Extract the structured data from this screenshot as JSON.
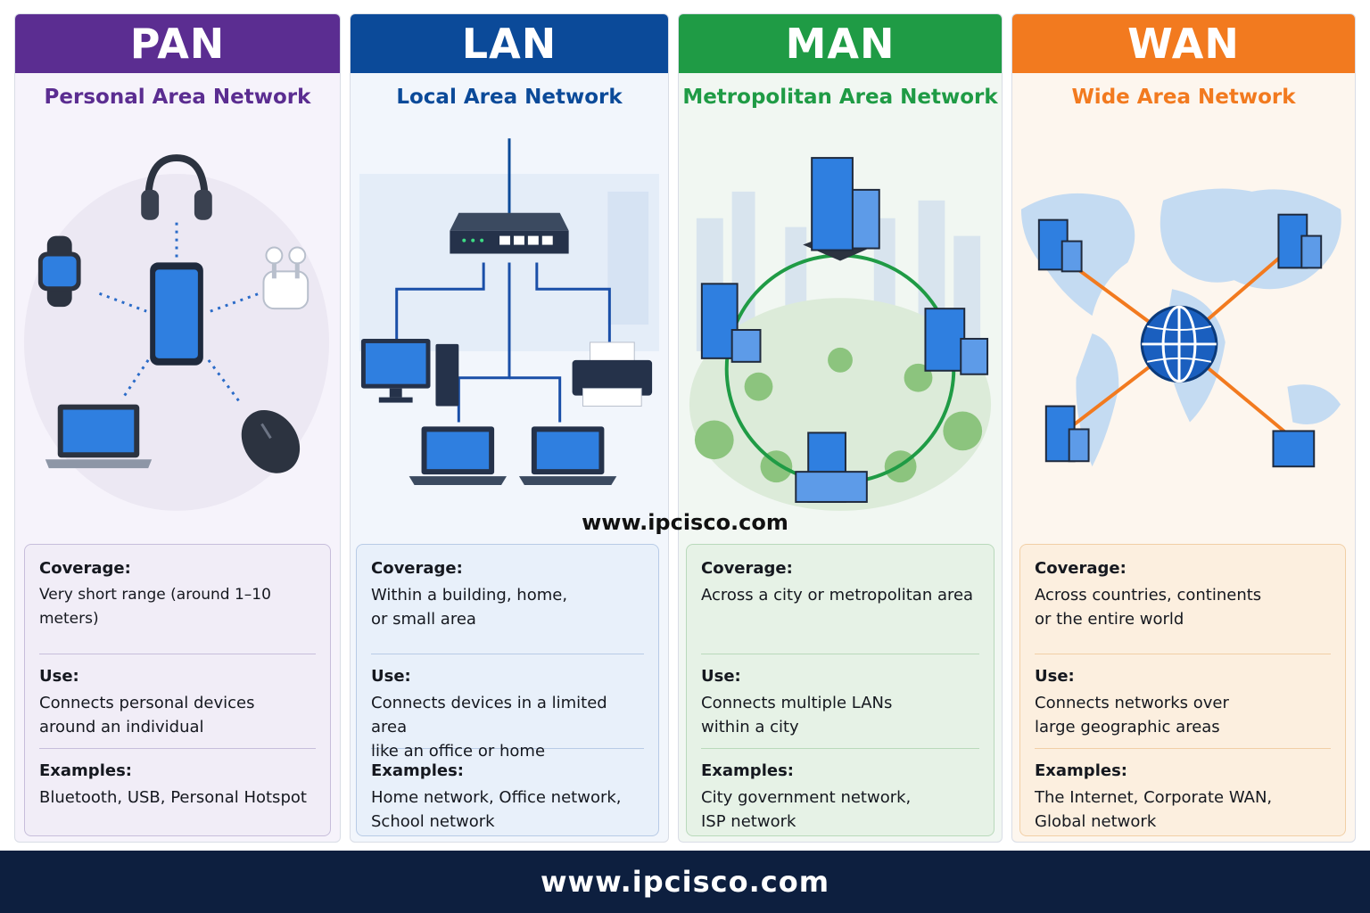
{
  "colors": {
    "pan": "#5b2d91",
    "lan": "#0b4a99",
    "man": "#1f9b45",
    "wan": "#f27a1f",
    "footer": "#0d1f3f"
  },
  "columns": [
    {
      "id": "pan",
      "acronym": "PAN",
      "full_name": "Personal Area Network",
      "coverage_label": "Coverage:",
      "coverage": "Very short range (around 1–10 meters)",
      "use_label": "Use:",
      "use": "Connects personal devices\naround an individual",
      "examples_label": "Examples:",
      "examples": "Bluetooth, USB, Personal Hotspot"
    },
    {
      "id": "lan",
      "acronym": "LAN",
      "full_name": "Local Area Network",
      "coverage_label": "Coverage:",
      "coverage": "Within a building, home,\nor small area",
      "use_label": "Use:",
      "use": "Connects devices in a limited area\nlike an office or home",
      "examples_label": "Examples:",
      "examples": "Home network, Office network,\nSchool network"
    },
    {
      "id": "man",
      "acronym": "MAN",
      "full_name": "Metropolitan Area Network",
      "coverage_label": "Coverage:",
      "coverage": "Across a city or metropolitan area",
      "use_label": "Use:",
      "use": "Connects multiple LANs\nwithin a city",
      "examples_label": "Examples:",
      "examples": "City government network,\nISP network"
    },
    {
      "id": "wan",
      "acronym": "WAN",
      "full_name": "Wide Area Network",
      "coverage_label": "Coverage:",
      "coverage": "Across countries, continents\nor the entire world",
      "use_label": "Use:",
      "use": "Connects networks over\nlarge geographic areas",
      "examples_label": "Examples:",
      "examples": "The Internet, Corporate WAN,\nGlobal network"
    }
  ],
  "watermark": "www.ipcisco.com",
  "footer_text": "www.ipcisco.com"
}
